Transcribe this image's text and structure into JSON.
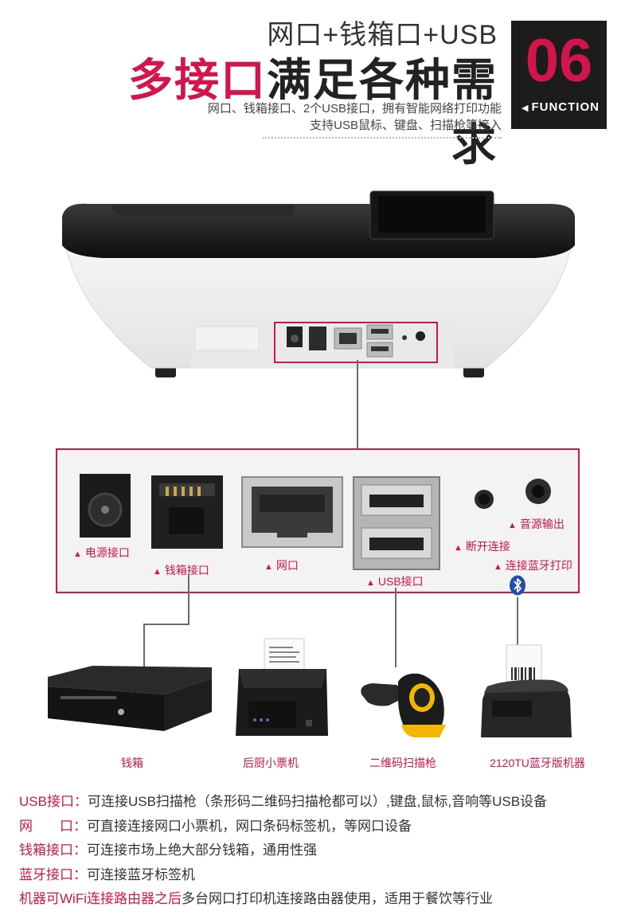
{
  "header": {
    "subtitle": "网口+钱箱口+USB",
    "title_accent": "多接口",
    "title_rest": "满足各种需求",
    "desc_line1": "网口、钱箱接口、2个USB接口，拥有智能网络打印功能",
    "desc_line2": "支持USB鼠标、键盘、扫描枪等接入"
  },
  "badge": {
    "number": "06",
    "arrow": "◀",
    "label": "FUNCTION"
  },
  "ports": {
    "power": "电源接口",
    "cashbox": "钱箱接口",
    "network": "网口",
    "usb": "USB接口",
    "disconnect": "断开连接",
    "audio": "音源输出",
    "bluetooth": "连接蓝牙打印",
    "triangle": "▲"
  },
  "devices": [
    {
      "name": "钱箱"
    },
    {
      "name": "后厨小票机"
    },
    {
      "name": "二维码扫描枪"
    },
    {
      "name": "2120TU蓝牙版机器"
    }
  ],
  "details": [
    {
      "key": "USB接口：",
      "text": "可连接USB扫描枪（条形码二维码扫描枪都可以）,键盘,鼠标,音响等USB设备"
    },
    {
      "key": "网　　口：",
      "text": "可直接连接网口小票机，网口条码标签机，等网口设备"
    },
    {
      "key": "钱箱接口：",
      "text": "可连接市场上绝大部分钱箱，通用性强"
    },
    {
      "key": "蓝牙接口：",
      "text": "可连接蓝牙标签机"
    },
    {
      "key": "机器可WiFi连接路由器之后",
      "text": "多台网口打印机连接路由器使用，适用于餐饮等行业"
    }
  ],
  "colors": {
    "accent": "#d2154a",
    "dark": "#1c1c1c"
  }
}
